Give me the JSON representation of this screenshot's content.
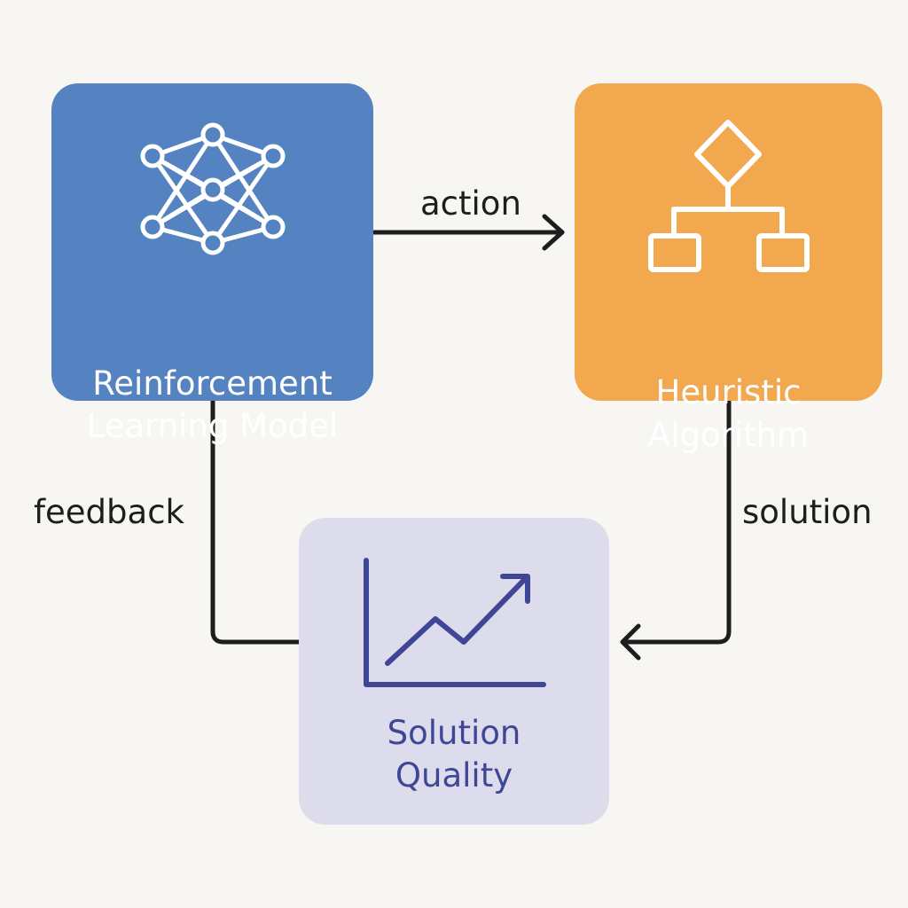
{
  "nodes": {
    "rl_model": {
      "line1": "Reinforcement",
      "line2": "Learning Model",
      "icon": "neural-network-icon",
      "color": "#5582c1"
    },
    "heuristic": {
      "line1": "Heuristic",
      "line2": "Algorithm",
      "icon": "flowchart-icon",
      "color": "#f2a84f"
    },
    "quality": {
      "line1": "Solution",
      "line2": "Quality",
      "icon": "trend-up-chart-icon",
      "color": "#dcdcec"
    }
  },
  "edges": {
    "action": "action",
    "solution": "solution",
    "feedback": "feedback"
  },
  "colors": {
    "background": "#f8f6f2",
    "connector": "#1d1d1d",
    "quality_text": "#3f4695"
  }
}
